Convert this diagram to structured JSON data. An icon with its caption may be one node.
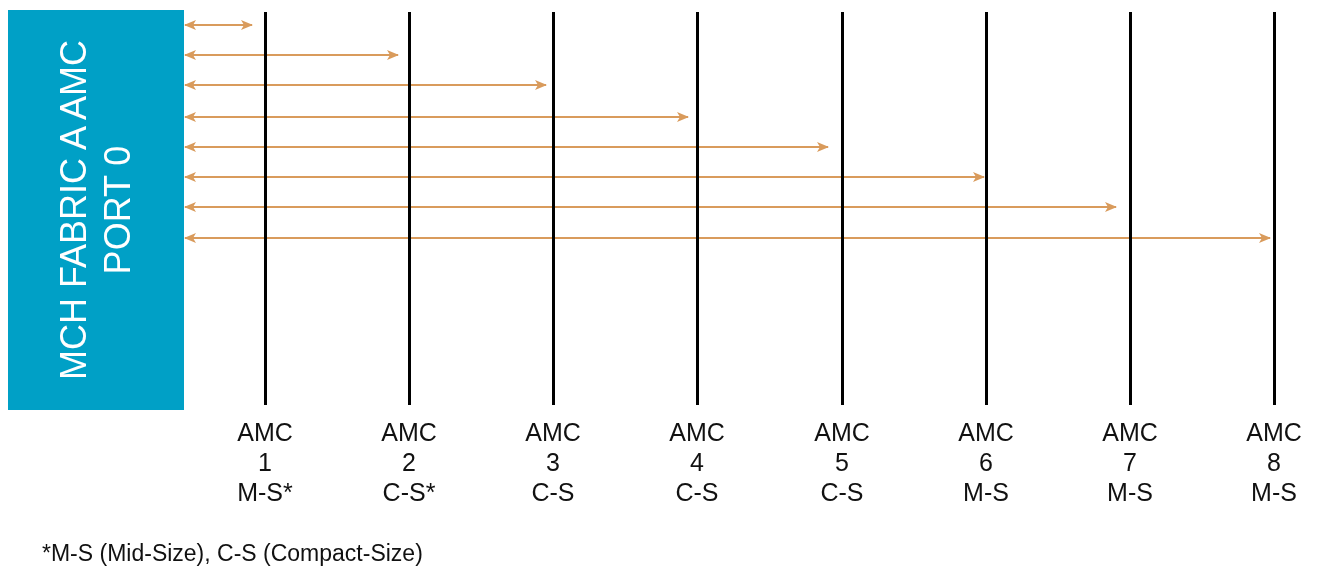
{
  "diagram": {
    "caption": "*M-S (Mid-Size), C-S (Compact-Size)",
    "nodes": [
      {
        "text": [
          "MCH FABRIC A AMC PORT 0"
        ]
      },
      {
        "text": [
          "AMC 1 M-S*"
        ]
      },
      {
        "text": [
          "AMC 2 C-S*"
        ]
      },
      {
        "text": [
          "AMC 3 C-S"
        ]
      },
      {
        "text": [
          "AMC 4 C-S"
        ]
      },
      {
        "text": [
          "AMC 5 C-S"
        ]
      },
      {
        "text": [
          "AMC 6 M-S"
        ]
      },
      {
        "text": [
          "AMC 7 M-S"
        ]
      },
      {
        "text": [
          "AMC 8 M-S"
        ]
      }
    ],
    "edges": [
      {
        "from": 0,
        "to": 1,
        "arrow": "both"
      },
      {
        "from": 0,
        "to": 2,
        "arrow": "both"
      },
      {
        "from": 0,
        "to": 3,
        "arrow": "both"
      },
      {
        "from": 0,
        "to": 4,
        "arrow": "both"
      },
      {
        "from": 0,
        "to": 5,
        "arrow": "both"
      },
      {
        "from": 0,
        "to": 6,
        "arrow": "both"
      },
      {
        "from": 0,
        "to": 7,
        "arrow": "both"
      },
      {
        "from": 0,
        "to": 8,
        "arrow": "both"
      }
    ]
  }
}
